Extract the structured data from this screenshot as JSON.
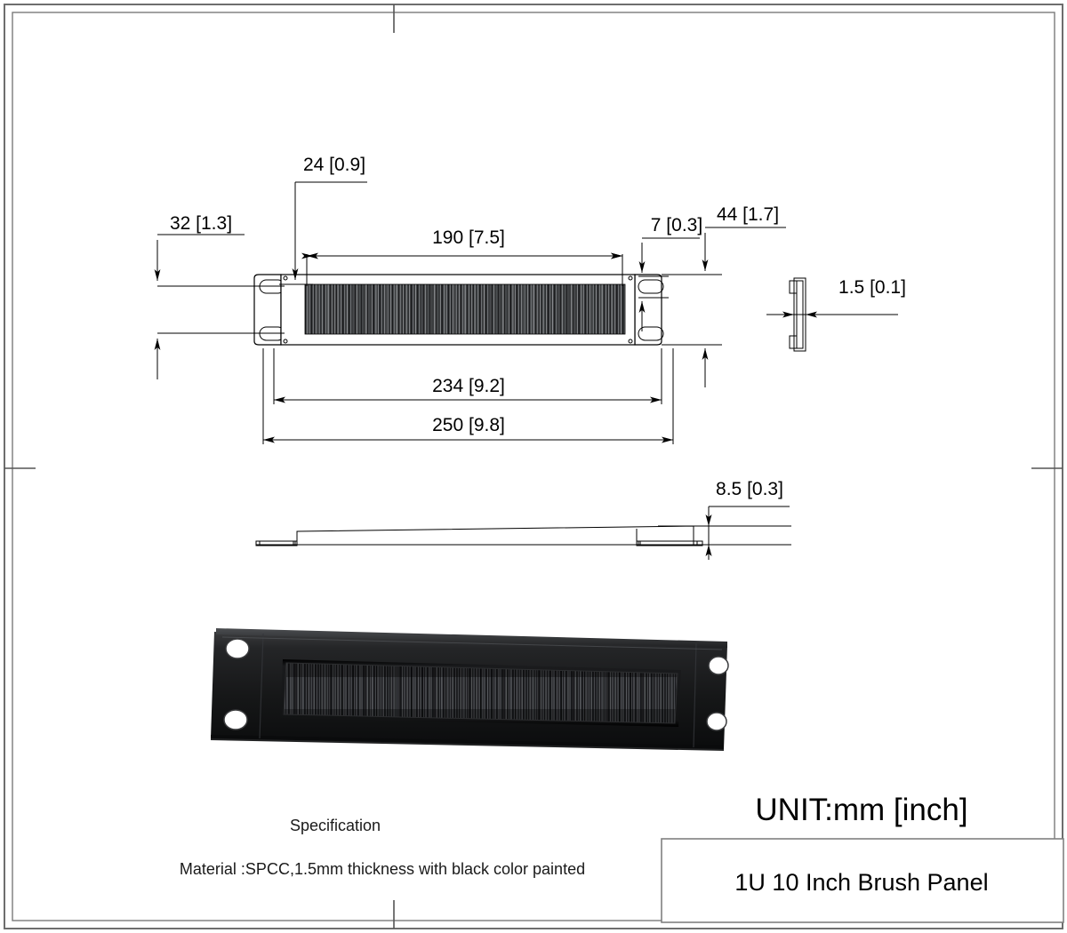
{
  "drawing": {
    "sheet_title": "1U 10 Inch Brush Panel",
    "unit_note": "UNIT:mm [inch]",
    "spec_heading": "Specification",
    "spec_material": "Material :SPCC,1.5mm thickness with black color painted"
  },
  "dimensions": {
    "slot_spacing_vertical": "32 [1.3]",
    "brush_offset_left": "24 [0.9]",
    "brush_width": "190 [7.5]",
    "ear_slot_height": "7 [0.3]",
    "panel_height": "44 [1.7]",
    "material_thickness": "1.5 [0.1]",
    "body_width": "234 [9.2]",
    "overall_width": "250 [9.8]",
    "panel_depth": "8.5 [0.3]"
  },
  "views": {
    "front_view": "front-elevation-with-brush",
    "side_section_view": "side-section-thickness",
    "top_section_view": "top-section-depth",
    "photo_view": "black-brush-panel-photo"
  },
  "colors": {
    "line": "#000000",
    "frame": "#6e6e6e",
    "panel_body": "#1b1b1b",
    "brush": "#3a3a3a",
    "paper": "#ffffff"
  }
}
